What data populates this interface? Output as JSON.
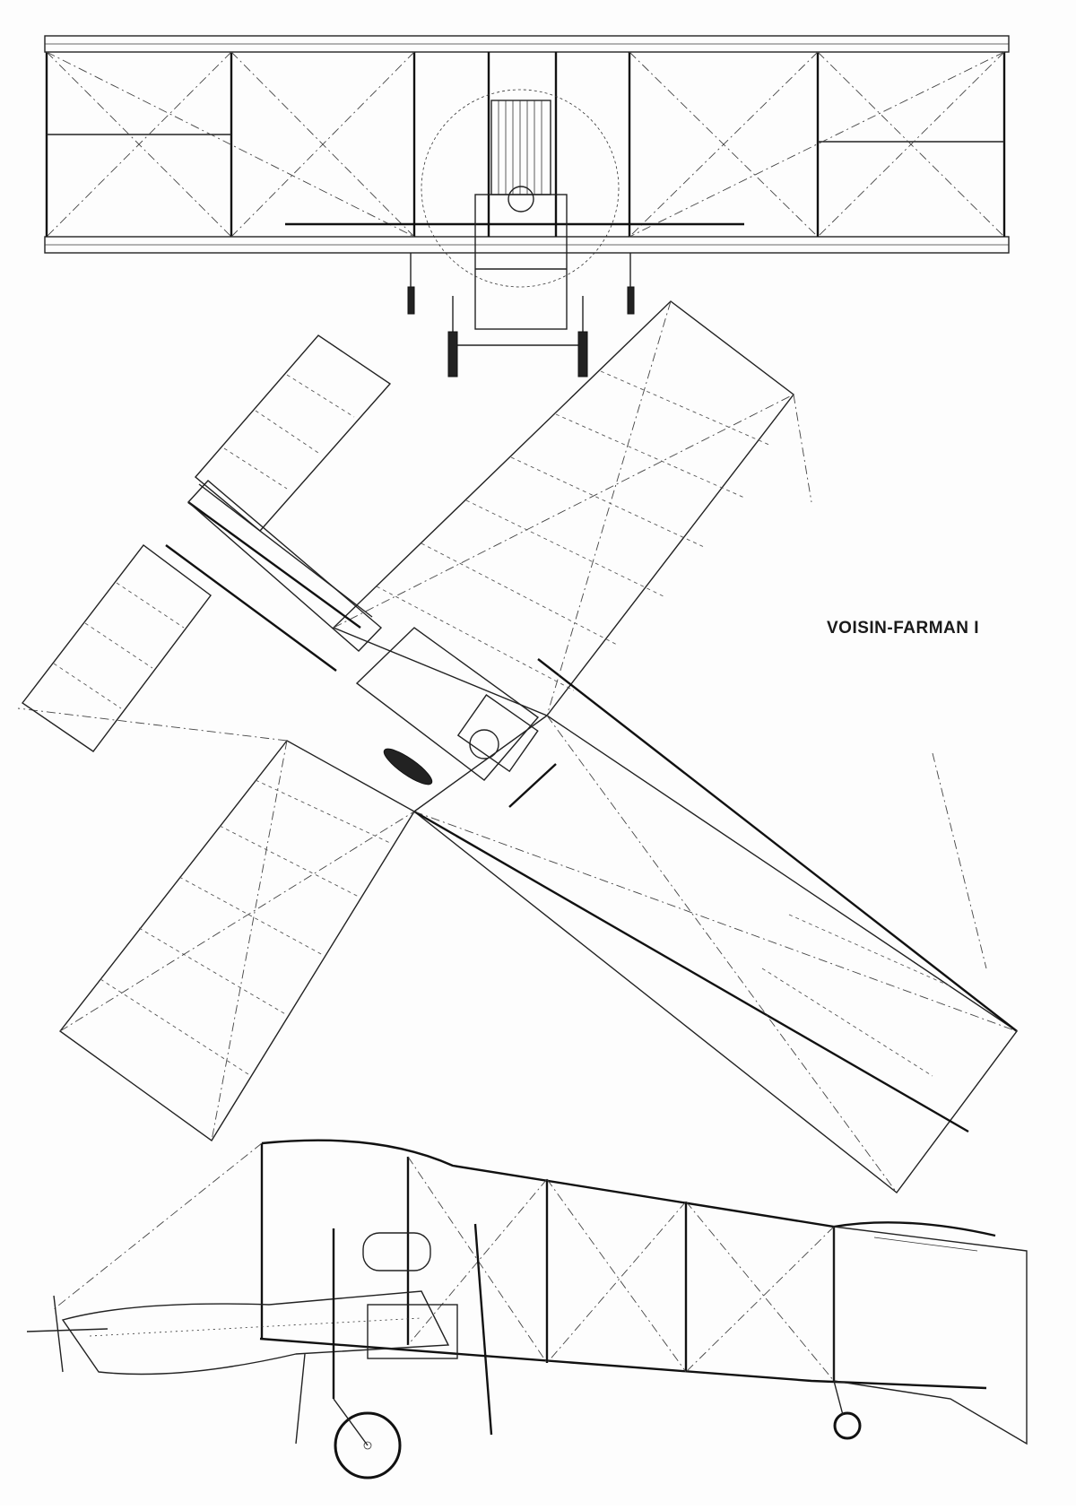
{
  "drawing": {
    "title": "VOISIN-FARMAN I",
    "views": [
      "front-view",
      "plan-view",
      "side-view"
    ]
  },
  "colors": {
    "paper": "#fdfdfd",
    "ink": "#222222"
  }
}
